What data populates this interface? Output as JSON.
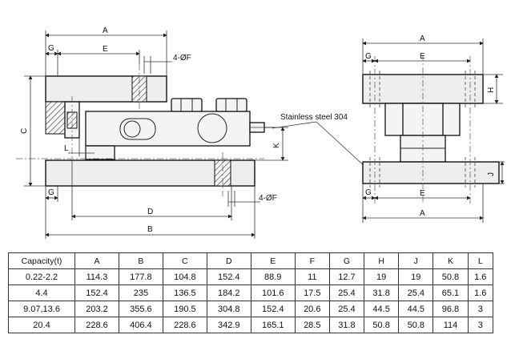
{
  "side_view": {
    "dimensions": {
      "A": "A",
      "E": "E",
      "G": "G",
      "F": "4-ØF",
      "C": "C",
      "L": "L",
      "K": "K",
      "D": "D",
      "B": "B",
      "F_bottom": "4-ØF",
      "G_bottom": "G"
    }
  },
  "callout": {
    "material": "Stainless steel 304"
  },
  "end_view": {
    "dimensions": {
      "A_top": "A",
      "G_top": "G",
      "E_top": "E",
      "H": "H",
      "J": "J",
      "G_bottom": "G",
      "E_bottom": "E",
      "A_bottom": "A"
    }
  },
  "spec_table": {
    "headers": [
      "Capacity(t)",
      "A",
      "B",
      "C",
      "D",
      "E",
      "F",
      "G",
      "H",
      "J",
      "K",
      "L"
    ],
    "rows": [
      [
        "0.22-2.2",
        "114.3",
        "177.8",
        "104.8",
        "152.4",
        "88.9",
        "11",
        "12.7",
        "19",
        "19",
        "50.8",
        "1.6"
      ],
      [
        "4.4",
        "152.4",
        "235",
        "136.5",
        "184.2",
        "101.6",
        "17.5",
        "25.4",
        "31.8",
        "25.4",
        "65.1",
        "1.6"
      ],
      [
        "9.07,13.6",
        "203.2",
        "355.6",
        "190.5",
        "304.8",
        "152.4",
        "20.6",
        "25.4",
        "44.5",
        "44.5",
        "96.8",
        "3"
      ],
      [
        "20.4",
        "228.6",
        "406.4",
        "228.6",
        "342.9",
        "165.1",
        "28.5",
        "31.8",
        "50.8",
        "50.8",
        "114",
        "3"
      ]
    ]
  }
}
